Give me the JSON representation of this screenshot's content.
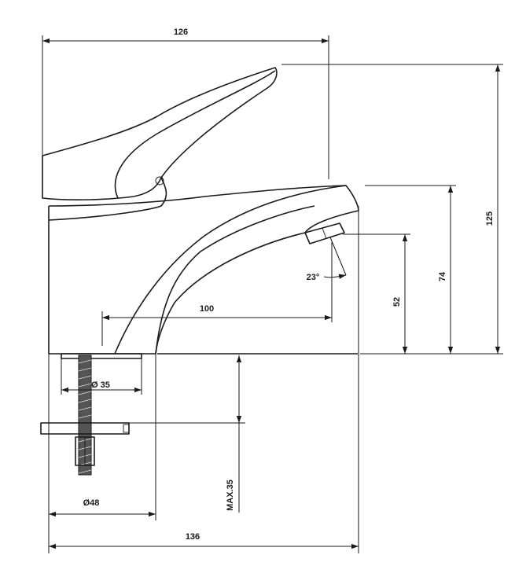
{
  "dimensions": {
    "total_width": "126",
    "total_height": "125",
    "spout_height": "74",
    "outlet_height": "52",
    "spout_reach": "100",
    "outlet_angle": "23°",
    "thread_diameter": "Ø 35",
    "base_diameter": "Ø48",
    "max_counter_thickness": "MAX.35",
    "overall_length": "136"
  },
  "colors": {
    "line": "#1a1a1a",
    "background": "#ffffff"
  }
}
